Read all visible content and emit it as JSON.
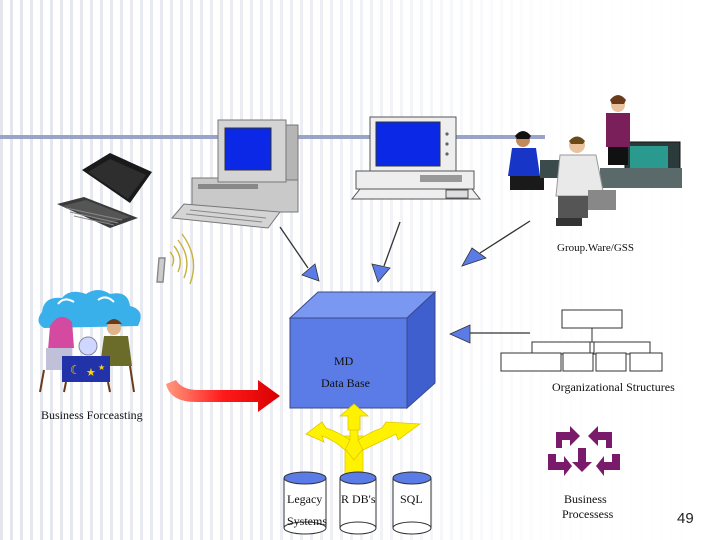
{
  "slide": {
    "page_number": "49",
    "accent_color": "#5b7ce6",
    "line_color": "#9aa3c8"
  },
  "labels": {
    "groupware": "Group.Ware/GSS",
    "md_line1": "MD",
    "md_line2": "Data Base",
    "org_structures": "Organizational Structures",
    "business_forecasting": "Business Forceasting",
    "business_processes_1": "Business",
    "business_processes_2": "Processess"
  },
  "cylinders": [
    {
      "line1": "Legacy",
      "line2": "Systems"
    },
    {
      "line1": "R DB's",
      "line2": ""
    },
    {
      "line1": "SQL",
      "line2": ""
    }
  ],
  "icons": [
    "laptop-icon",
    "desktop-computer-icon",
    "workstation-icon",
    "people-at-computers-icon",
    "wireless-signal-icon",
    "fortune-teller-icon",
    "org-chart-icon",
    "process-arrows-icon"
  ]
}
